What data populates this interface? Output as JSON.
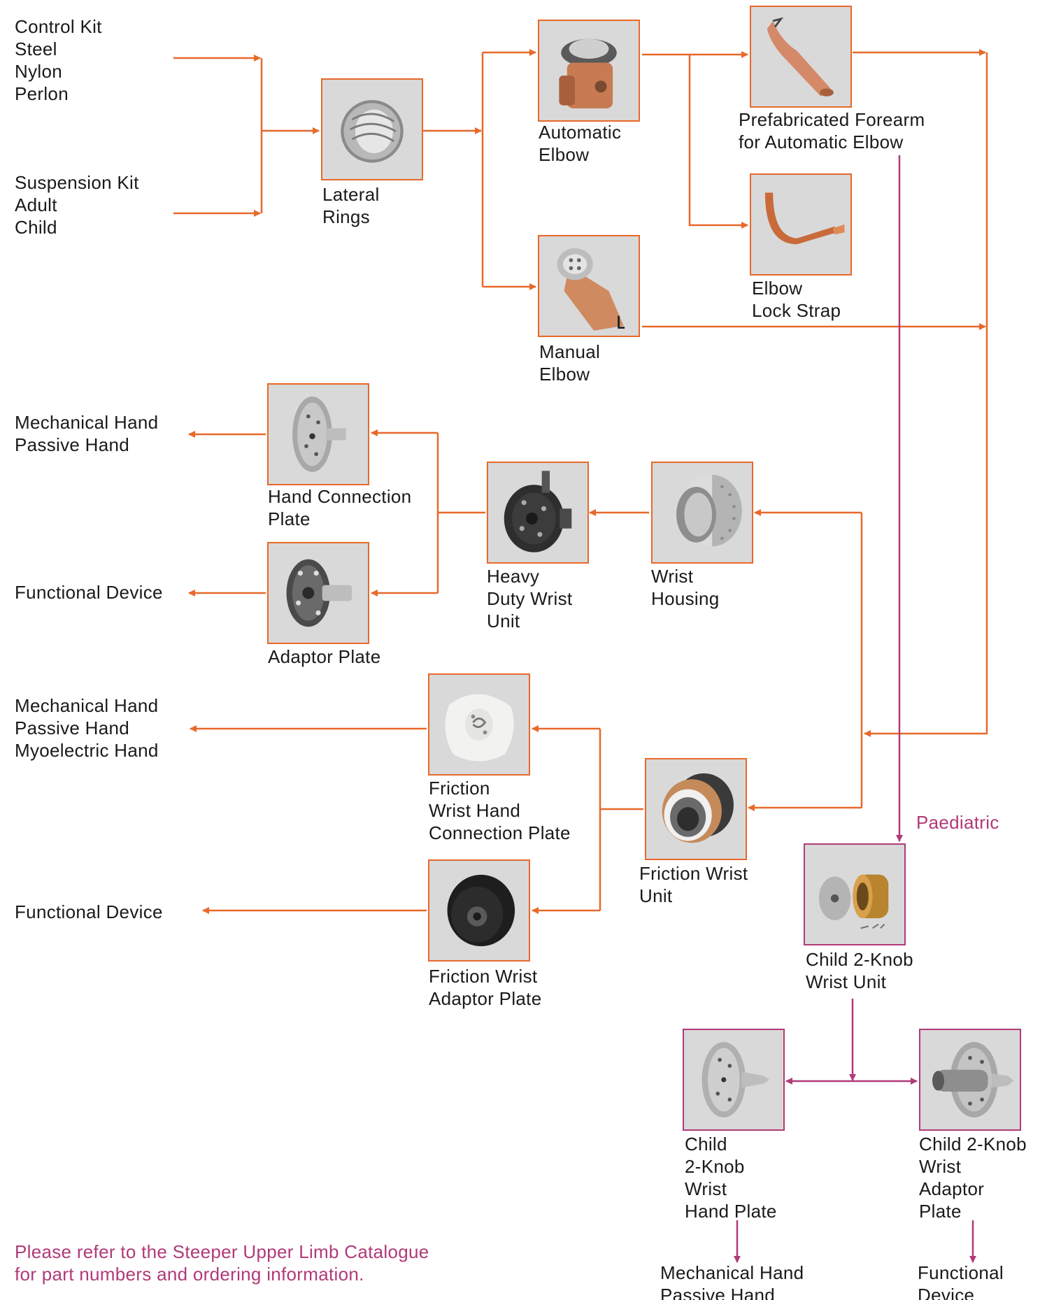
{
  "colors": {
    "orange": "#e8692a",
    "magenta": "#b03a78",
    "panel": "#d9d9d9"
  },
  "inputs": {
    "control_kit": [
      "Control Kit",
      "Steel",
      "Nylon",
      "Perlon"
    ],
    "suspension_kit": [
      "Suspension Kit",
      "Adult",
      "Child"
    ]
  },
  "components": {
    "lateral_rings": {
      "lines": [
        "Lateral",
        "Rings"
      ],
      "icon": "lateral-rings-photo"
    },
    "automatic_elbow": {
      "lines": [
        "Automatic",
        "Elbow"
      ],
      "icon": "automatic-elbow-photo"
    },
    "manual_elbow": {
      "lines": [
        "Manual",
        "Elbow"
      ],
      "icon": "manual-elbow-photo"
    },
    "prefab_forearm": {
      "lines": [
        "Prefabricated Forearm",
        "for Automatic Elbow"
      ],
      "icon": "forearm-photo"
    },
    "elbow_lock_strap": {
      "lines": [
        "Elbow",
        "Lock Strap"
      ],
      "icon": "strap-photo"
    },
    "hand_connection_plate": {
      "lines": [
        "Hand Connection",
        "Plate"
      ],
      "icon": "hand-connection-plate-photo"
    },
    "adaptor_plate": {
      "lines": [
        "Adaptor Plate"
      ],
      "icon": "adaptor-plate-photo"
    },
    "heavy_duty_wrist_unit": {
      "lines": [
        "Heavy",
        "Duty Wrist",
        "Unit"
      ],
      "icon": "heavy-duty-wrist-photo"
    },
    "wrist_housing": {
      "lines": [
        "Wrist",
        "Housing"
      ],
      "icon": "wrist-housing-photo"
    },
    "friction_wrist_hand_plate": {
      "lines": [
        "Friction",
        "Wrist Hand",
        "Connection Plate"
      ],
      "icon": "friction-plate-photo"
    },
    "friction_wrist_unit": {
      "lines": [
        "Friction Wrist",
        "Unit"
      ],
      "icon": "friction-wrist-photo"
    },
    "friction_wrist_adaptor": {
      "lines": [
        "Friction Wrist",
        "Adaptor Plate"
      ],
      "icon": "friction-adaptor-photo"
    },
    "child_wrist_unit": {
      "lines": [
        "Child 2-Knob",
        "Wrist Unit"
      ],
      "icon": "child-wrist-photo"
    },
    "child_hand_plate": {
      "lines": [
        "Child",
        "2-Knob",
        "Wrist",
        "Hand Plate"
      ],
      "icon": "child-hand-plate-photo"
    },
    "child_adaptor_plate": {
      "lines": [
        "Child 2-Knob",
        "Wrist",
        "Adaptor",
        "Plate"
      ],
      "icon": "child-adaptor-photo"
    }
  },
  "outputs": {
    "hdw_hand": [
      "Mechanical Hand",
      "Passive Hand"
    ],
    "hdw_functional": [
      "Functional Device"
    ],
    "friction_hand": [
      "Mechanical Hand",
      "Passive Hand",
      "Myoelectric Hand"
    ],
    "friction_functional": [
      "Functional Device"
    ],
    "child_hand": [
      "Mechanical Hand",
      "Passive Hand"
    ],
    "child_functional": [
      "Functional",
      "Device"
    ]
  },
  "paediatric_label": "Paediatric",
  "footer_note": [
    "Please refer to the Steeper Upper Limb Catalogue",
    "for part numbers and ordering information."
  ]
}
